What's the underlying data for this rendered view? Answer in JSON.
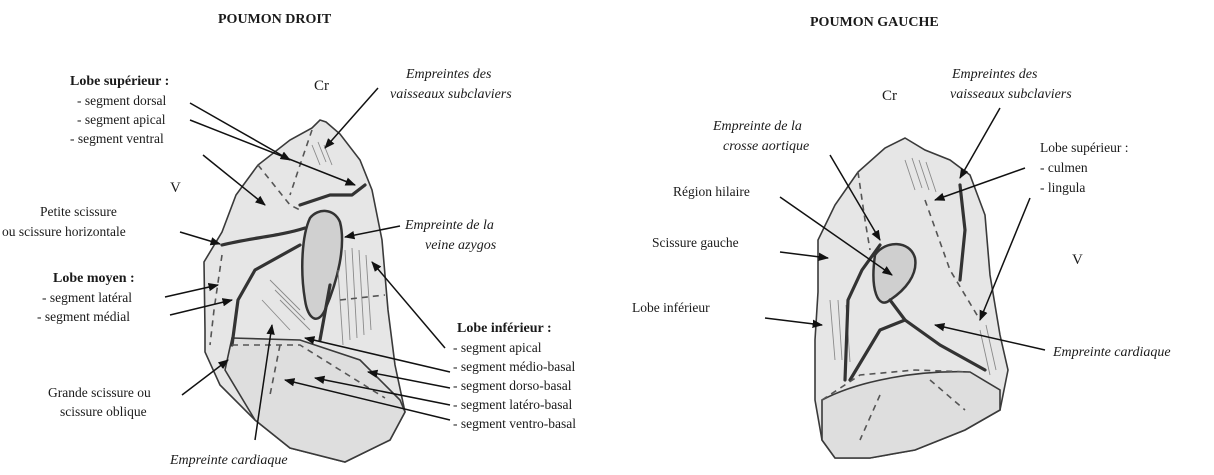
{
  "right_lung": {
    "title": "POUMON DROIT",
    "cr": "Cr",
    "v": "V",
    "upper_lobe": {
      "title": "Lobe supérieur :",
      "items": [
        "- segment dorsal",
        "- segment apical",
        "- segment ventral"
      ]
    },
    "subclavian": [
      "Empreintes des",
      "vaisseaux subclaviers"
    ],
    "minor_fissure": [
      "Petite scissure",
      "ou scissure horizontale"
    ],
    "azygos": [
      "Empreinte de la",
      "veine azygos"
    ],
    "middle_lobe": {
      "title": "Lobe moyen :",
      "items": [
        "- segment latéral",
        "- segment médial"
      ]
    },
    "lower_lobe": {
      "title": "Lobe inférieur :",
      "items": [
        "- segment apical",
        "- segment médio-basal",
        "- segment dorso-basal",
        "- segment latéro-basal",
        "- segment ventro-basal"
      ]
    },
    "major_fissure": [
      "Grande scissure ou",
      "scissure oblique"
    ],
    "cardiac": "Empreinte cardiaque"
  },
  "left_lung": {
    "title": "POUMON GAUCHE",
    "cr": "Cr",
    "v": "V",
    "subclavian": [
      "Empreintes des",
      "vaisseaux subclaviers"
    ],
    "aortic": [
      "Empreinte de la",
      "crosse aortique"
    ],
    "upper_lobe": {
      "title": "Lobe supérieur :",
      "items": [
        "- culmen",
        "- lingula"
      ]
    },
    "hilar": "Région hilaire",
    "left_fissure": "Scissure gauche",
    "lower_lobe": "Lobe inférieur",
    "cardiac": "Empreinte cardiaque"
  }
}
